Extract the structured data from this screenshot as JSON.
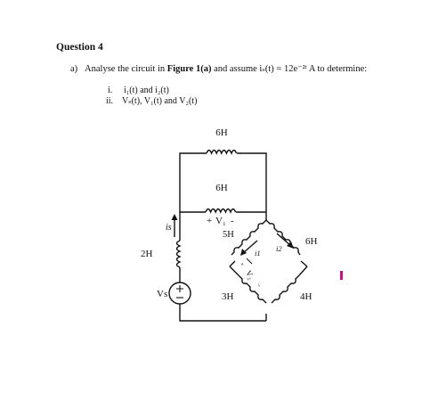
{
  "question": {
    "title": "Question 4",
    "part_label": "a)",
    "intro_pre": "Analyse the circuit in ",
    "figure_ref": "Figure 1(a)",
    "intro_mid": " and assume ",
    "assumption": "iₛ(t) = 12e⁻²ᵗ A",
    "intro_post": " to determine:",
    "items": [
      {
        "num": "i.",
        "text": "i₁(t) and i₂(t)"
      },
      {
        "num": "ii.",
        "text": "Vₛ(t), V₁(t) and V₂(t)"
      }
    ]
  },
  "circuit": {
    "top_inductor": "6H",
    "middle_inductor": "6H",
    "v1_plus": "+",
    "v1_label": "V₁",
    "v1_minus": "-",
    "bridge_left_top": "5H",
    "bridge_right_top": "6H",
    "bridge_left_bottom": "3H",
    "bridge_right_bottom": "4H",
    "left_inductor": "2H",
    "source_current": "is",
    "source_voltage": "Vs",
    "current_i1": "i1",
    "current_i2": "i2",
    "v2_plus": "+",
    "v2_label": "V₂",
    "v2_minus": "-"
  }
}
